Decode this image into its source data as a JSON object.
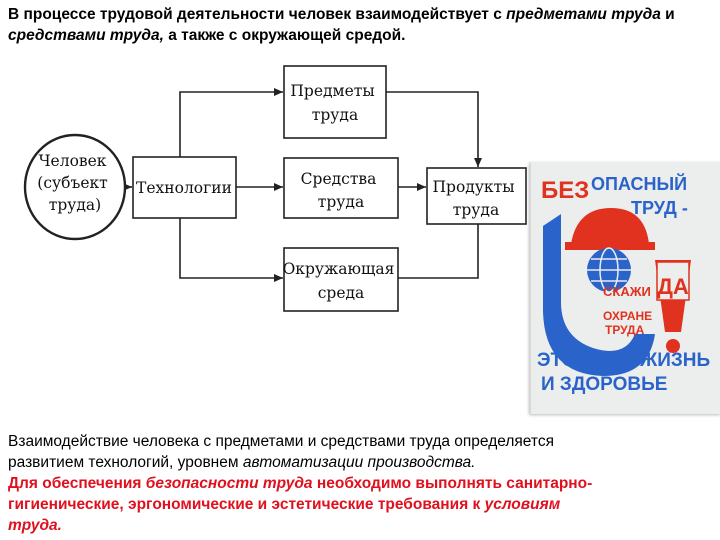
{
  "intro": {
    "part1": "В процессе трудовой деятельности человек взаимодействует с ",
    "em1": "предметами труда",
    "part2": " и ",
    "em2": "средствами труда,",
    "part3": " а также с окружающей средой."
  },
  "diagram": {
    "nodes": {
      "person": [
        "Человек",
        "(субъект",
        "труда)"
      ],
      "technology": [
        "Технологии"
      ],
      "objects": [
        "Предметы",
        "труда"
      ],
      "means": [
        "Средства",
        "труда"
      ],
      "environment": [
        "Окружающая",
        "среда"
      ],
      "products": [
        "Продукты",
        "труда"
      ]
    }
  },
  "poster": {
    "line1a": "БЕЗ",
    "line1b": "ОПАСНЫЙ",
    "line2": "ТРУД -",
    "say": "СКАЖИ",
    "yes": "ДА",
    "protect1": "ОХРАНЕ",
    "protect2": "ТРУДА",
    "bottom1": "ЭТО ТВОЯ ЖИЗНЬ",
    "bottom2": "И ЗДОРОВЬЕ",
    "colors": {
      "blue": "#2a63c9",
      "red": "#e0321e",
      "bg": "#eceeed"
    }
  },
  "bottom": {
    "line1": "Взаимодействие человека с предметами и средствами труда определяется",
    "line2a": "развитием технологий, уровнем ",
    "line2em": "автоматизации производства.",
    "red1a": "Для обеспечения ",
    "red1em": "безопасности труда",
    "red1b": " необходимо  выполнять санитарно-",
    "red2a": "гигиенические, эргономические и эстетические требования к ",
    "red2em": "условиям",
    "red3em": "труда."
  }
}
